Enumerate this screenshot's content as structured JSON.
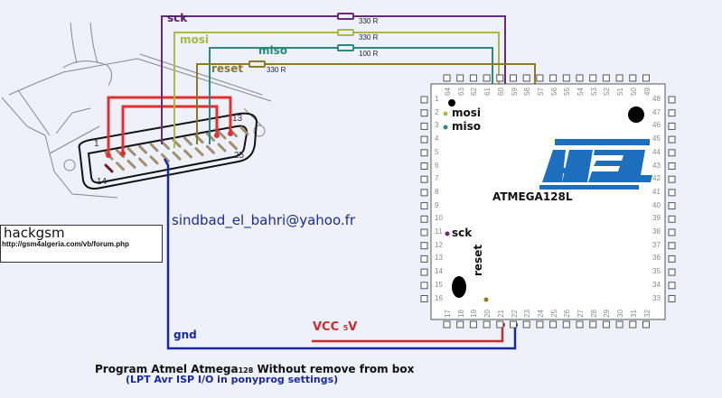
{
  "title": "Program Atmel Atmega128 Without remove from box",
  "title_parts": {
    "pre": "Program Atmel Atmega",
    "sub": "128",
    "post": " Without remove from box"
  },
  "subtitle": "(LPT Avr ISP I/O in ponyprog settings)",
  "author_email": "sindbad_el_bahri@yahoo.fr",
  "info_box": {
    "name": "hackgsm",
    "url": "http://gsm4algeria.com/vb/forum.php"
  },
  "connector": {
    "type": "DB25 parallel (LPT)",
    "pin_labels": [
      "1",
      "13",
      "14",
      "25"
    ]
  },
  "chip": {
    "name": "ATMEGA128L",
    "logo": "ATMEL",
    "pins_left": [
      "1",
      "2",
      "3",
      "4",
      "5",
      "6",
      "7",
      "8",
      "9",
      "10",
      "11",
      "12",
      "13",
      "14",
      "15",
      "16"
    ],
    "pins_bottom": [
      "17",
      "18",
      "19",
      "20",
      "21",
      "22",
      "23",
      "24",
      "25",
      "26",
      "27",
      "28",
      "29",
      "30",
      "31",
      "32"
    ],
    "pins_right": [
      "33",
      "34",
      "35",
      "36",
      "37",
      "38",
      "39",
      "40",
      "41",
      "42",
      "43",
      "44",
      "45",
      "46",
      "47",
      "48"
    ],
    "pins_top": [
      "49",
      "50",
      "51",
      "52",
      "53",
      "54",
      "55",
      "56",
      "57",
      "58",
      "59",
      "60",
      "61",
      "62",
      "63",
      "64"
    ],
    "pin_labels": {
      "mosi": "mosi",
      "miso": "miso",
      "sck": "sck",
      "reset": "reset"
    }
  },
  "signals": [
    {
      "name": "sck",
      "resistor": "330 R",
      "color": "#6a2a7a",
      "chip_pin": "11"
    },
    {
      "name": "mosi",
      "resistor": "330 R",
      "color": "#a8b84a",
      "chip_pin": "2"
    },
    {
      "name": "miso",
      "resistor": "100 R",
      "color": "#2a8a7a",
      "chip_pin": "3"
    },
    {
      "name": "reset",
      "resistor": "330 R",
      "color": "#8a7a2a",
      "chip_pin": "20"
    }
  ],
  "power": {
    "vcc_label": "VCC",
    "vcc_sub": "5",
    "vcc_unit": "V",
    "gnd_label": "gnd",
    "vcc_color": "#d02828",
    "gnd_color": "#1a2a9a",
    "vcc_pin": "21",
    "gnd_pin": "22"
  },
  "colors": {
    "background": "#eef1fa",
    "atmel_blue": "#1d6fbe",
    "red_jumper": "#e03030"
  }
}
